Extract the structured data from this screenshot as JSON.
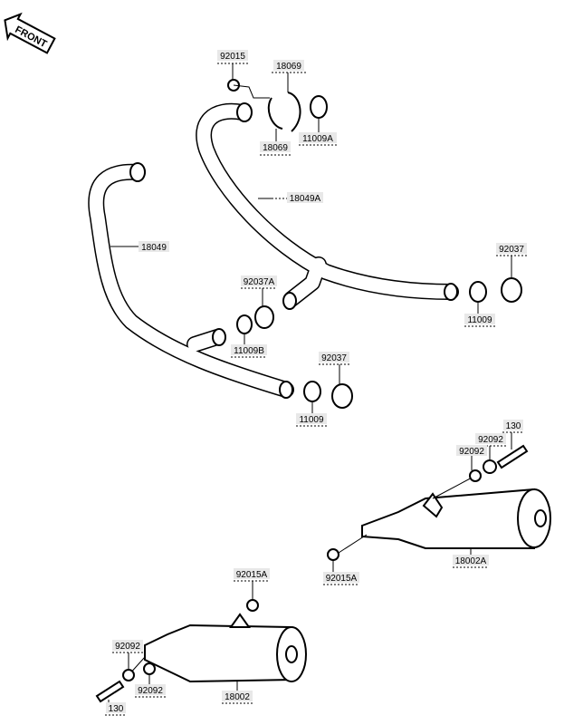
{
  "front_badge": "FRONT",
  "labels": {
    "clamp_nut_top": "92015",
    "bracket_top": "18069",
    "bracket_bottom": "18069",
    "gasket_top": "11009A",
    "pipe_rear": "18049A",
    "pipe_front": "18049",
    "clamp_mid": "92037A",
    "gasket_mid": "11009B",
    "clamp_right": "92037",
    "gasket_right": "11009",
    "clamp_lower": "92037",
    "gasket_lower": "11009",
    "bolt_right": "130",
    "washer_right_a": "92092",
    "washer_right_b": "92092",
    "muffler_right": "18002A",
    "nut_right": "92015A",
    "nut_left": "92015A",
    "washer_left_a": "92092",
    "washer_left_b": "92092",
    "bolt_left": "130",
    "muffler_left": "18002"
  }
}
